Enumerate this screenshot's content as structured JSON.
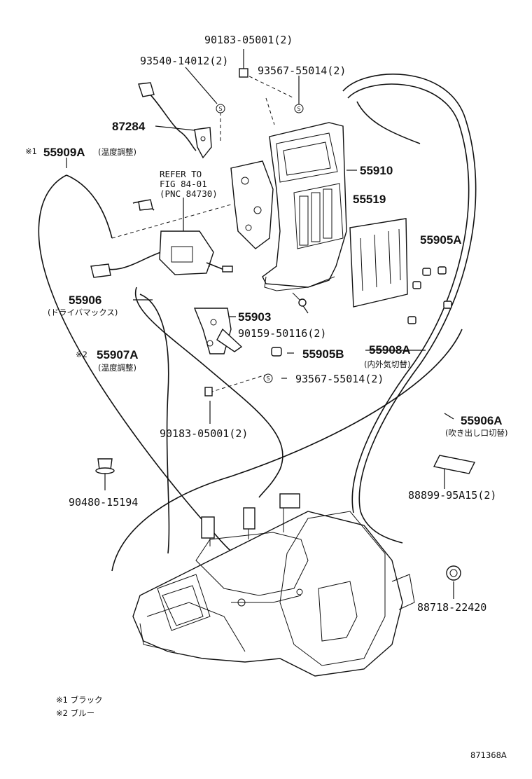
{
  "parts": {
    "p90183_top": "90183-05001(2)",
    "p93540": "93540-14012(2)",
    "p93567_top": "93567-55014(2)",
    "p87284": "87284",
    "p55909A_mark": "※1",
    "p55909A": "55909A",
    "p55909A_note": "(温度調整)",
    "refer_line1": "REFER TO",
    "refer_line2": "FIG 84-01",
    "refer_line3": "(PNC 84730)",
    "p55910": "55910",
    "p55519": "55519",
    "p55905A": "55905A",
    "p55906": "55906",
    "p55906_note": "(ドライバマックス)",
    "p55903": "55903",
    "p90159": "90159-50116(2)",
    "p55907A_mark": "※2",
    "p55907A": "55907A",
    "p55907A_note": "(温度調整)",
    "p55905B": "55905B",
    "p55908A": "55908A",
    "p55908A_note": "(内外気切替)",
    "p93567_mid": "93567-55014(2)",
    "p55906A": "55906A",
    "p55906A_note": "(吹き出し口切替)",
    "p90183_mid": "90183-05001(2)",
    "p88899": "88899-95A15(2)",
    "p90480": "90480-15194",
    "p88718": "88718-22420"
  },
  "notes": {
    "note1": "※1 ブラック",
    "note2": "※2 ブルー"
  },
  "diagram_id": "871368A",
  "symbol_text": "S"
}
